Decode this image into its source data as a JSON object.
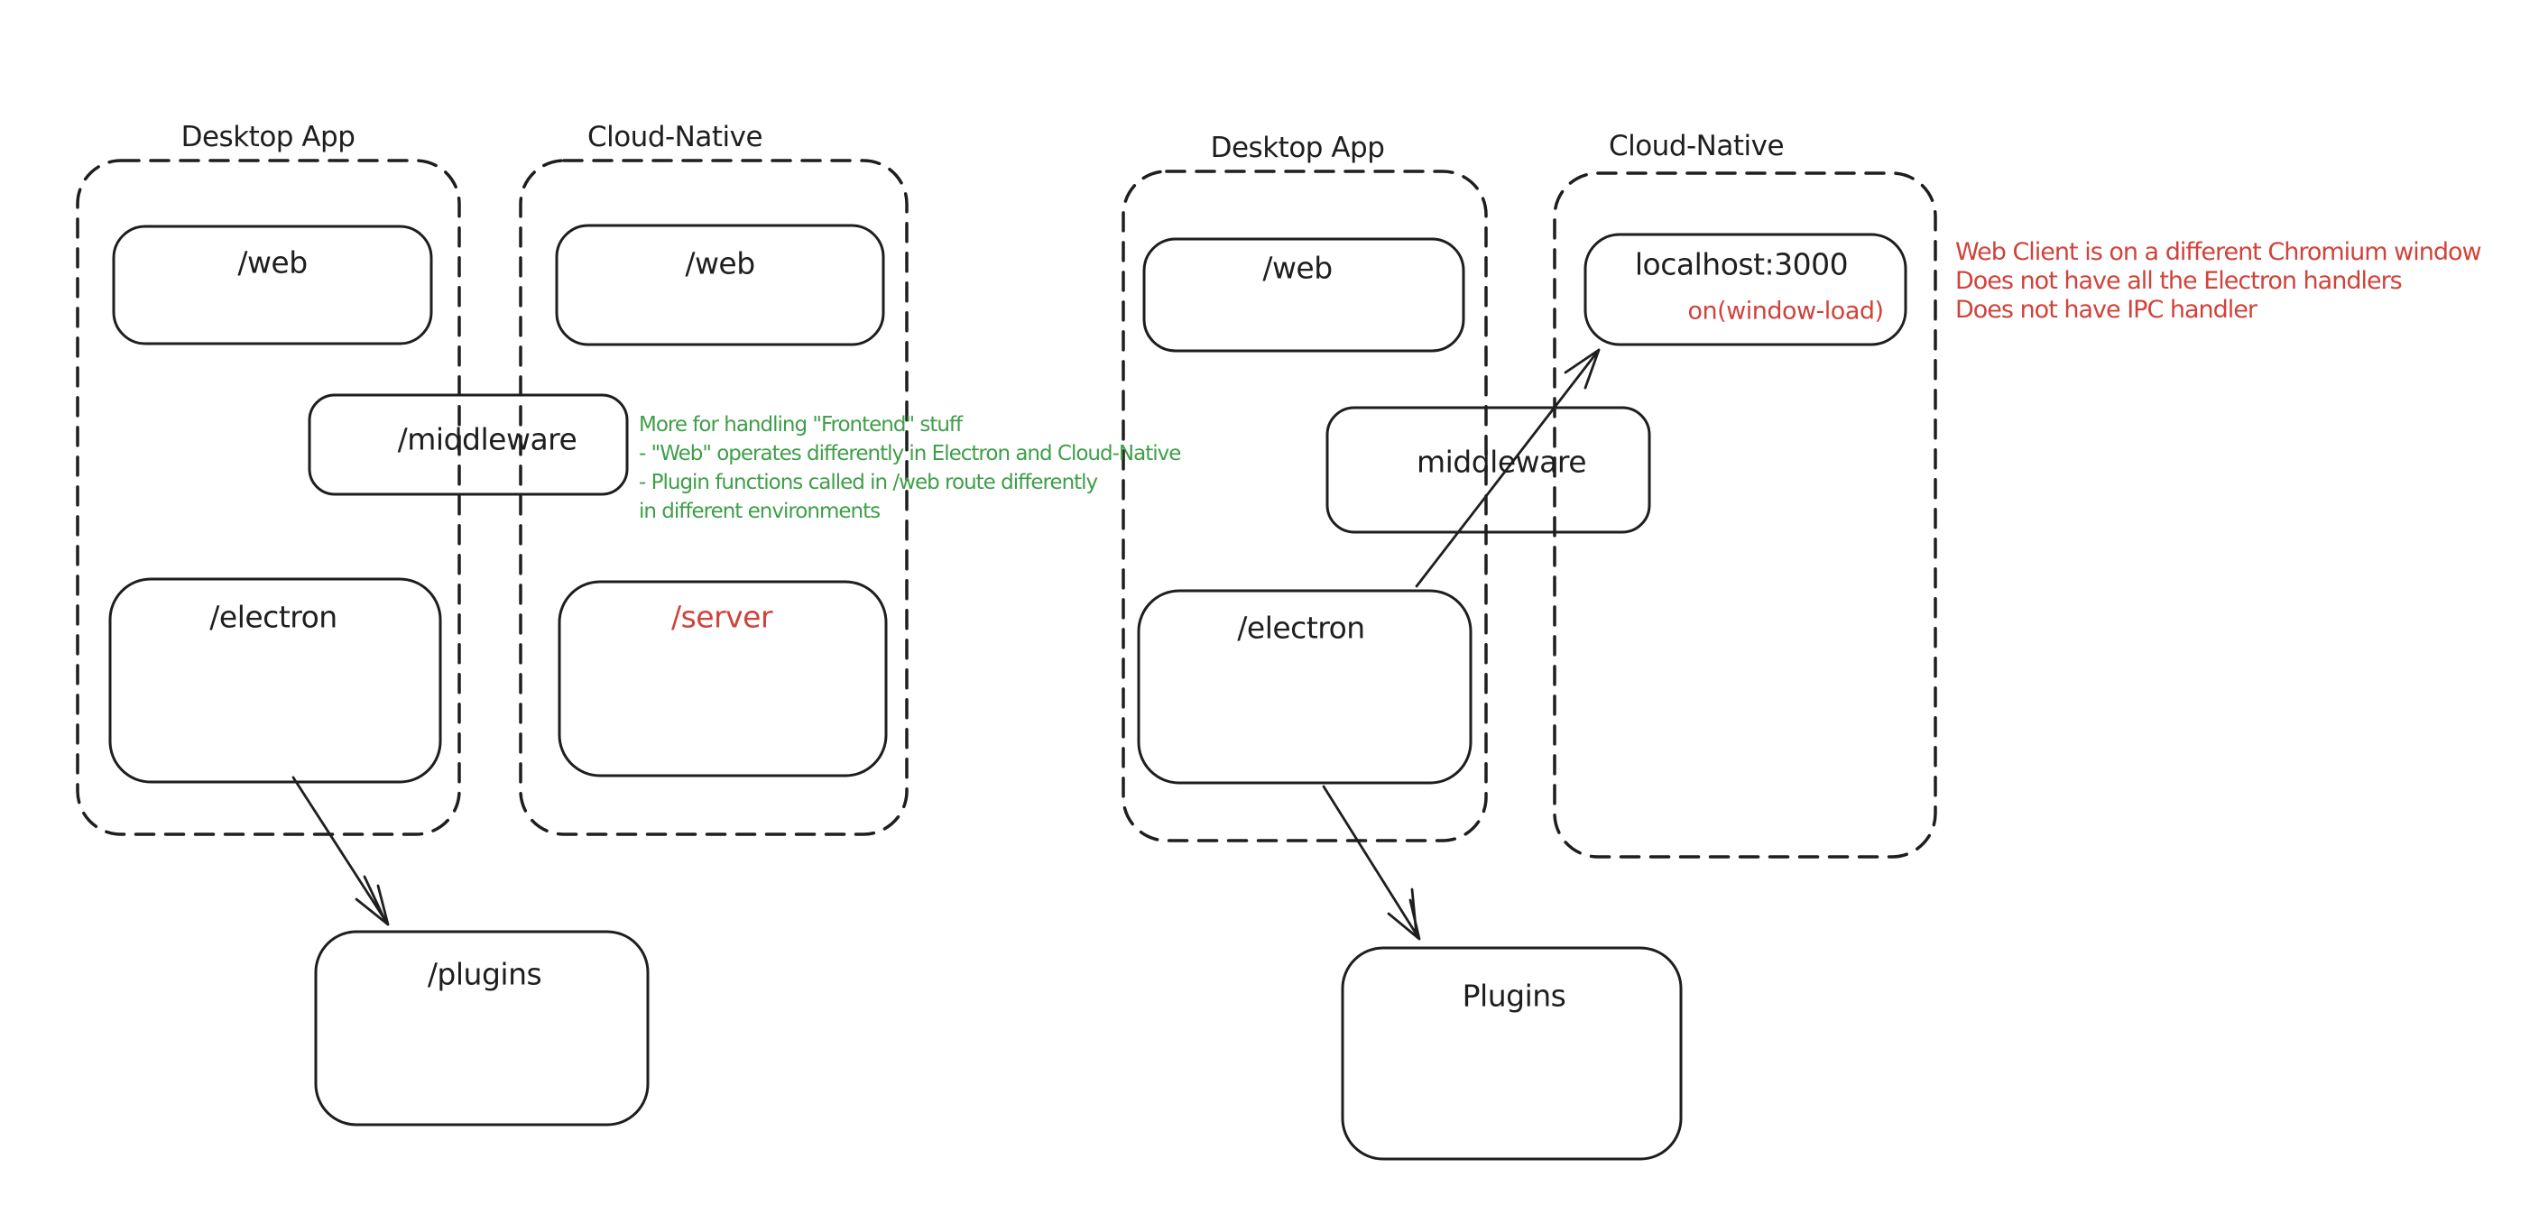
{
  "colors": {
    "ink": "#1e1e1e",
    "red": "#d0433b",
    "green": "#3f9e49",
    "background": "#ffffff"
  },
  "left_diagram": {
    "desktop_label": "Desktop App",
    "cloud_label": "Cloud-Native",
    "web_desktop": "/web",
    "web_cloud": "/web",
    "middleware": "/middleware",
    "electron": "/electron",
    "server": "/server",
    "plugins": "/plugins",
    "note_lines": [
      "More for handling \"Frontend\" stuff",
      "- \"Web\" operates differently in Electron and Cloud-Native",
      "- Plugin functions called in /web route differently",
      "in different environments"
    ]
  },
  "right_diagram": {
    "desktop_label": "Desktop App",
    "cloud_label": "Cloud-Native",
    "web": "/web",
    "localhost": "localhost:3000",
    "localhost_event": "on(window-load)",
    "middleware": "middleware",
    "electron": "/electron",
    "plugins": "Plugins",
    "note_lines": [
      "Web Client is on a different Chromium window",
      "Does not have all the Electron handlers",
      "Does not have IPC handler"
    ]
  }
}
